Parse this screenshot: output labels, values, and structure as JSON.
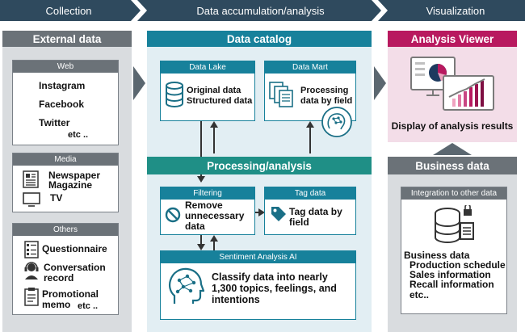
{
  "stages": [
    "Collection",
    "Data accumulation/analysis",
    "Visualization"
  ],
  "external": {
    "title": "External data",
    "web": {
      "label": "Web",
      "items": [
        "Instagram",
        "Facebook",
        "Twitter"
      ],
      "etc": "etc .."
    },
    "media": {
      "label": "Media",
      "items": [
        "Newspaper",
        "Magazine",
        "TV"
      ]
    },
    "others": {
      "label": "Others",
      "items": [
        "Questionnaire",
        "Conversation",
        "record",
        "Promotional",
        "memo"
      ],
      "etc": "etc .."
    }
  },
  "catalog": {
    "title": "Data catalog",
    "lake": {
      "label": "Data Lake",
      "lines": [
        "Original data",
        "Structured data"
      ]
    },
    "mart": {
      "label": "Data Mart",
      "lines": [
        "Processing",
        "data by field"
      ]
    }
  },
  "processing": {
    "title": "Processing/analysis",
    "filtering": {
      "label": "Filtering",
      "lines": [
        "Remove",
        "unnecessary",
        "data"
      ]
    },
    "tag": {
      "label": "Tag data",
      "lines": [
        "Tag data by",
        "field"
      ]
    },
    "sentiment": {
      "label": "Sentiment Analysis AI",
      "lines": [
        "Classify data into nearly",
        "1,300 topics, feelings, and",
        "intentions"
      ]
    }
  },
  "viewer": {
    "title": "Analysis Viewer",
    "caption": "Display of analysis results"
  },
  "business": {
    "title": "Business data",
    "integration": "Integration to other data",
    "lines": [
      "Business data",
      "Production schedule",
      "Sales information",
      "Recall information",
      "etc.."
    ]
  },
  "colors": {
    "dark": "#2f4a5e",
    "grey_header": "#6b7278",
    "teal": "#17819b",
    "green": "#1f8f86",
    "magenta": "#b8195f",
    "arrow": "#5b6770"
  }
}
